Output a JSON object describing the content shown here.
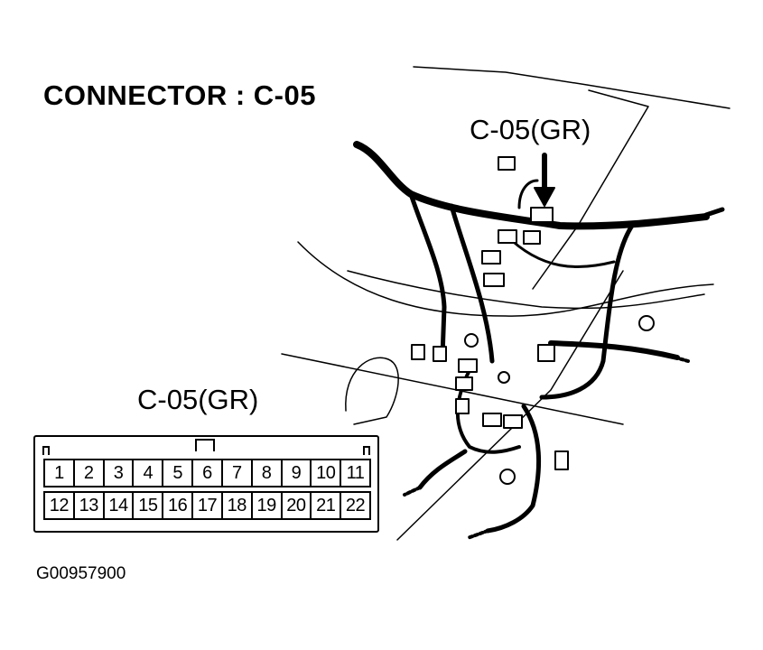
{
  "title": "CONNECTOR : C-05",
  "callout_top": "C-05(GR)",
  "callout_connector": "C-05(GR)",
  "figure_id": "G00957900",
  "connector": {
    "pins_top": [
      "1",
      "2",
      "3",
      "4",
      "5",
      "6",
      "7",
      "8",
      "9",
      "10",
      "11"
    ],
    "pins_bottom": [
      "12",
      "13",
      "14",
      "15",
      "16",
      "17",
      "18",
      "19",
      "20",
      "21",
      "22"
    ]
  },
  "colors": {
    "ink": "#000000",
    "paper": "#ffffff"
  }
}
